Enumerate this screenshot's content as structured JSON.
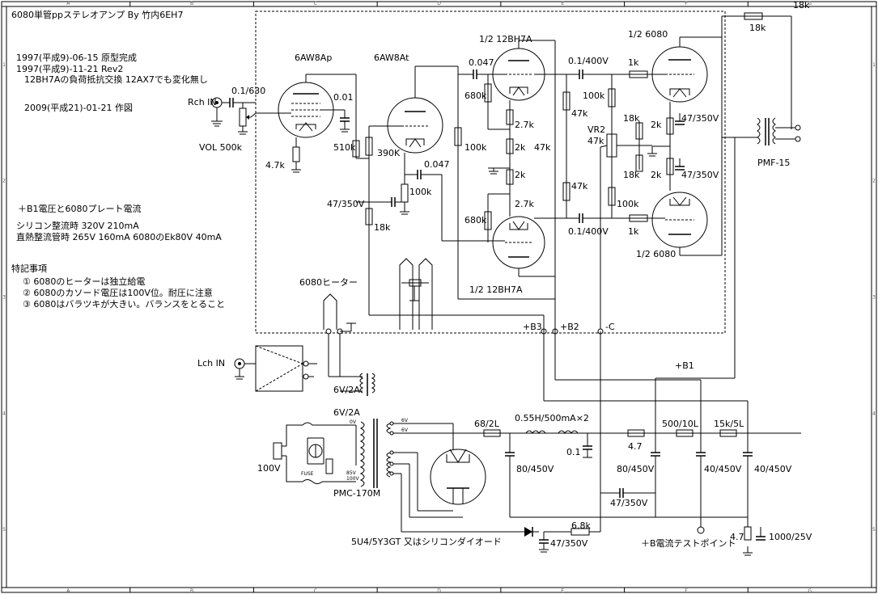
{
  "title": "6080単管ppステレオアンプ  By  竹内6EH7",
  "history": [
    "1997(平成9)-06-15  原型完成",
    "1997(平成9)-11-21  Rev2",
    "12BH7Aの負荷抵抗交換  12AX7でも変化無し",
    "2009(平成21)-01-21  作図"
  ],
  "supply_notes": {
    "heading": "＋B1電圧と6080プレート電流",
    "rows": [
      "シリコン整流時    320V  210mA",
      "直熱整流管時    265V  160mA    6080のEk80V  40mA"
    ]
  },
  "special_notes": {
    "heading": "特記事項",
    "items": [
      "①  6080のヒーターは独立給電",
      "②  6080のカソード電圧は100V位。耐圧に注意",
      "③  6080はバラツキが大きい。バランスをとること"
    ]
  },
  "frame": {
    "columns": [
      "A",
      "B",
      "C",
      "D",
      "E",
      "F",
      "G"
    ],
    "rows": [
      "1",
      "2",
      "3",
      "4",
      "5"
    ]
  },
  "tubes": {
    "v1": "6AW8Ap",
    "v2": "6AW8At",
    "v3": "1/2 12BH7A",
    "v4": "1/2 12BH7A",
    "v5": "1/2 6080",
    "v6": "1/2 6080",
    "rect": "5U4/5Y3GT  又はシリコンダイオード"
  },
  "inputs": {
    "rch": "Rch IN",
    "lch": "Lch IN"
  },
  "controls": {
    "vol": "VOL  500k",
    "vr2": "VR2"
  },
  "parts": {
    "c_in": "0.1/630",
    "r_47k_cath": "4.7k",
    "c_001": "0.01",
    "r_510k": "510k",
    "r_390k": "390K",
    "c_0047_a": "0.047",
    "c_0047_b": "0.047",
    "r_100k_grid": "100k",
    "r_100k_plate": "100k",
    "c_47_350_drv": "47/350V",
    "r_18k_drv": "18k",
    "r_680k_a": "680k",
    "r_680k_b": "680k",
    "r_27k_a": "2.7k",
    "r_27k_b": "2.7k",
    "r_2k_a": "2k",
    "r_2k_b": "2k",
    "r_47k_a": "47k",
    "r_47k_b": "47k",
    "r_47k_c": "47k",
    "r_47k_vr": "47k",
    "c_01_400_a": "0.1/400V",
    "c_01_400_b": "0.1/400V",
    "r_100k_a": "100k",
    "r_100k_b": "100k",
    "r_1k_a": "1k",
    "r_1k_b": "1k",
    "r_18k_a": "18k",
    "r_18k_b": "18k",
    "r_2k_k_a": "2k",
    "r_2k_k_b": "2k",
    "c_47_350_a": "47/350V",
    "c_47_350_b": "47/350V",
    "r_18k_top": "18k",
    "r_18k_top2": "18k",
    "opt": "PMF-15",
    "heater": "6080ヒーター",
    "b3": "+B3",
    "b2": "+B2",
    "minus_c": "-C",
    "b1": "+B1"
  },
  "power": {
    "ac": "100V",
    "fuse": "FUSE",
    "heater1": "6V/2A",
    "heater2": "6V/2A",
    "pt": "PMC-170M",
    "pt_tap_0": "0V",
    "pt_tap_6a": "6V",
    "pt_tap_6b": "6V",
    "pt_tap_85": "85V",
    "pt_tap_100": "100V",
    "r_68": "68/2L",
    "choke": "0.55H/500mA×2",
    "c_01": "0.1",
    "r_47": "4.7",
    "c_80a": "80/450V",
    "c_80b": "80/450V",
    "r_500": "500/10L",
    "r_15k": "15k/5L",
    "c_40a": "40/450V",
    "c_40b": "40/450V",
    "c_47_350": "47/350V",
    "r_68k": "6.8k",
    "c_47_350_neg": "47/350V",
    "test_point": "＋B電流テストポイント",
    "r_47_tp": "4.7",
    "c_1000": "1000/25V"
  }
}
